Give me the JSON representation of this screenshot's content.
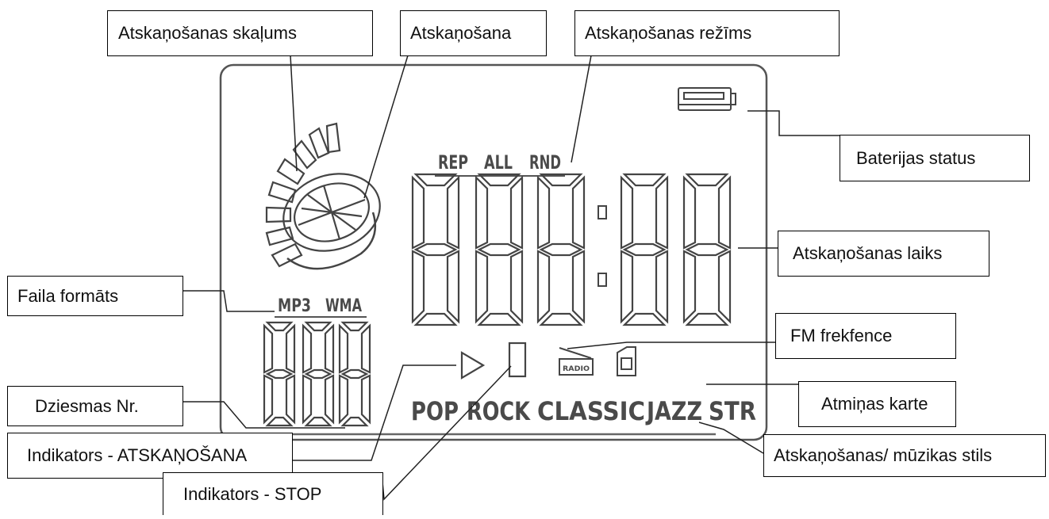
{
  "callouts": {
    "volume": "Atskaņošanas skaļums",
    "playback": "Atskaņošana",
    "play_mode": "Atskaņošanas režīms",
    "battery": "Baterijas status",
    "play_time": "Atskaņošanas laiks",
    "file_format": "Faila formāts",
    "fm_frequency": "FM frekfence",
    "track_no": "Dziesmas Nr.",
    "memory_card": "Atmiņas karte",
    "play_indicator": "Indikators - ATSKAŅOŠANA",
    "style": "Atskaņošanas/ mūzikas stils",
    "stop_indicator": "Indikators - STOP"
  },
  "lcd": {
    "mode_labels": [
      "REP",
      "ALL",
      "RND"
    ],
    "format_labels": [
      "MP3",
      "WMA"
    ],
    "radio_label": "RADIO",
    "styles": [
      "POP",
      "ROCK",
      "CLASSIC",
      "JAZZ",
      "STR"
    ]
  }
}
